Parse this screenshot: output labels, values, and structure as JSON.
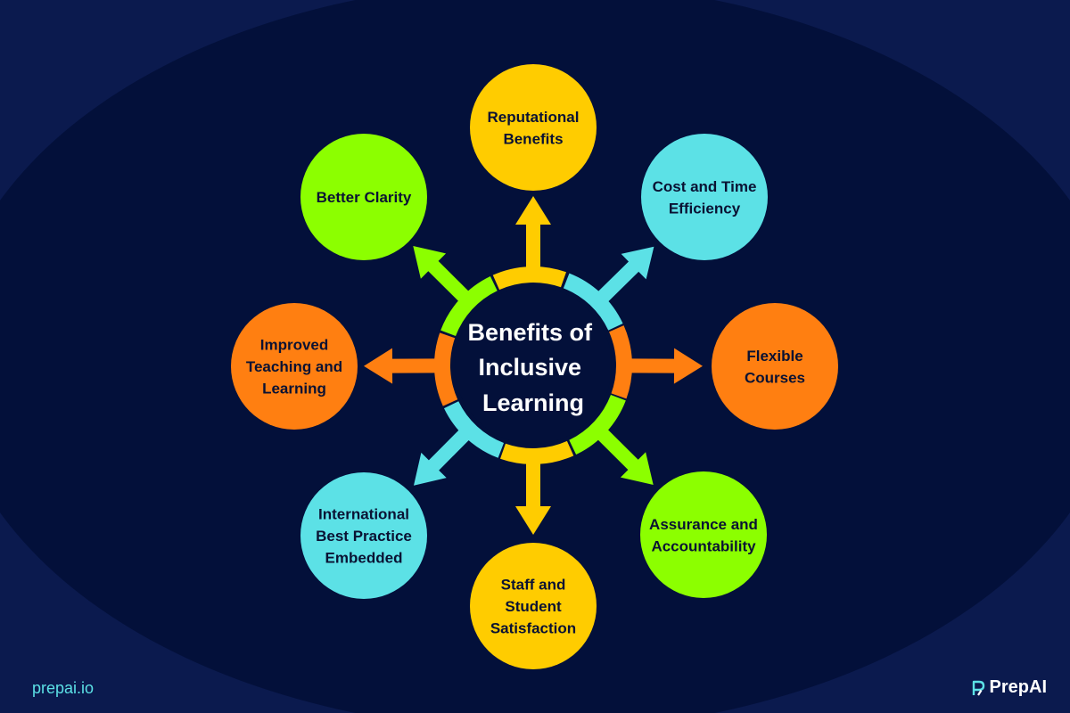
{
  "center": {
    "lines": [
      "Benefits of",
      "Inclusive",
      "Learning"
    ]
  },
  "nodes": [
    {
      "id": "reputational-benefits",
      "lines": [
        "Reputational",
        "Benefits"
      ],
      "color": "#ffcc00"
    },
    {
      "id": "cost-time-efficiency",
      "lines": [
        "Cost and Time",
        "Efficiency"
      ],
      "color": "#5ce1e6"
    },
    {
      "id": "flexible-courses",
      "lines": [
        "Flexible",
        "Courses"
      ],
      "color": "#ff7f11"
    },
    {
      "id": "assurance-accountability",
      "lines": [
        "Assurance and",
        "Accountability"
      ],
      "color": "#8cff00"
    },
    {
      "id": "staff-student-satisfaction",
      "lines": [
        "Staff and",
        "Student",
        "Satisfaction"
      ],
      "color": "#ffcc00"
    },
    {
      "id": "international-best-practice",
      "lines": [
        "International",
        "Best Practice",
        "Embedded"
      ],
      "color": "#5ce1e6"
    },
    {
      "id": "improved-teaching-learning",
      "lines": [
        "Improved",
        "Teaching and",
        "Learning"
      ],
      "color": "#ff7f11"
    },
    {
      "id": "better-clarity",
      "lines": [
        "Better Clarity"
      ],
      "color": "#8cff00"
    }
  ],
  "footer": {
    "url": "prepai.io"
  },
  "brand": {
    "name": "PrepAI",
    "icon": "prepai-logo-icon"
  },
  "colors": {
    "background": "#0b1a4e",
    "ellipse": "#03103a",
    "hub": "#03103a"
  }
}
